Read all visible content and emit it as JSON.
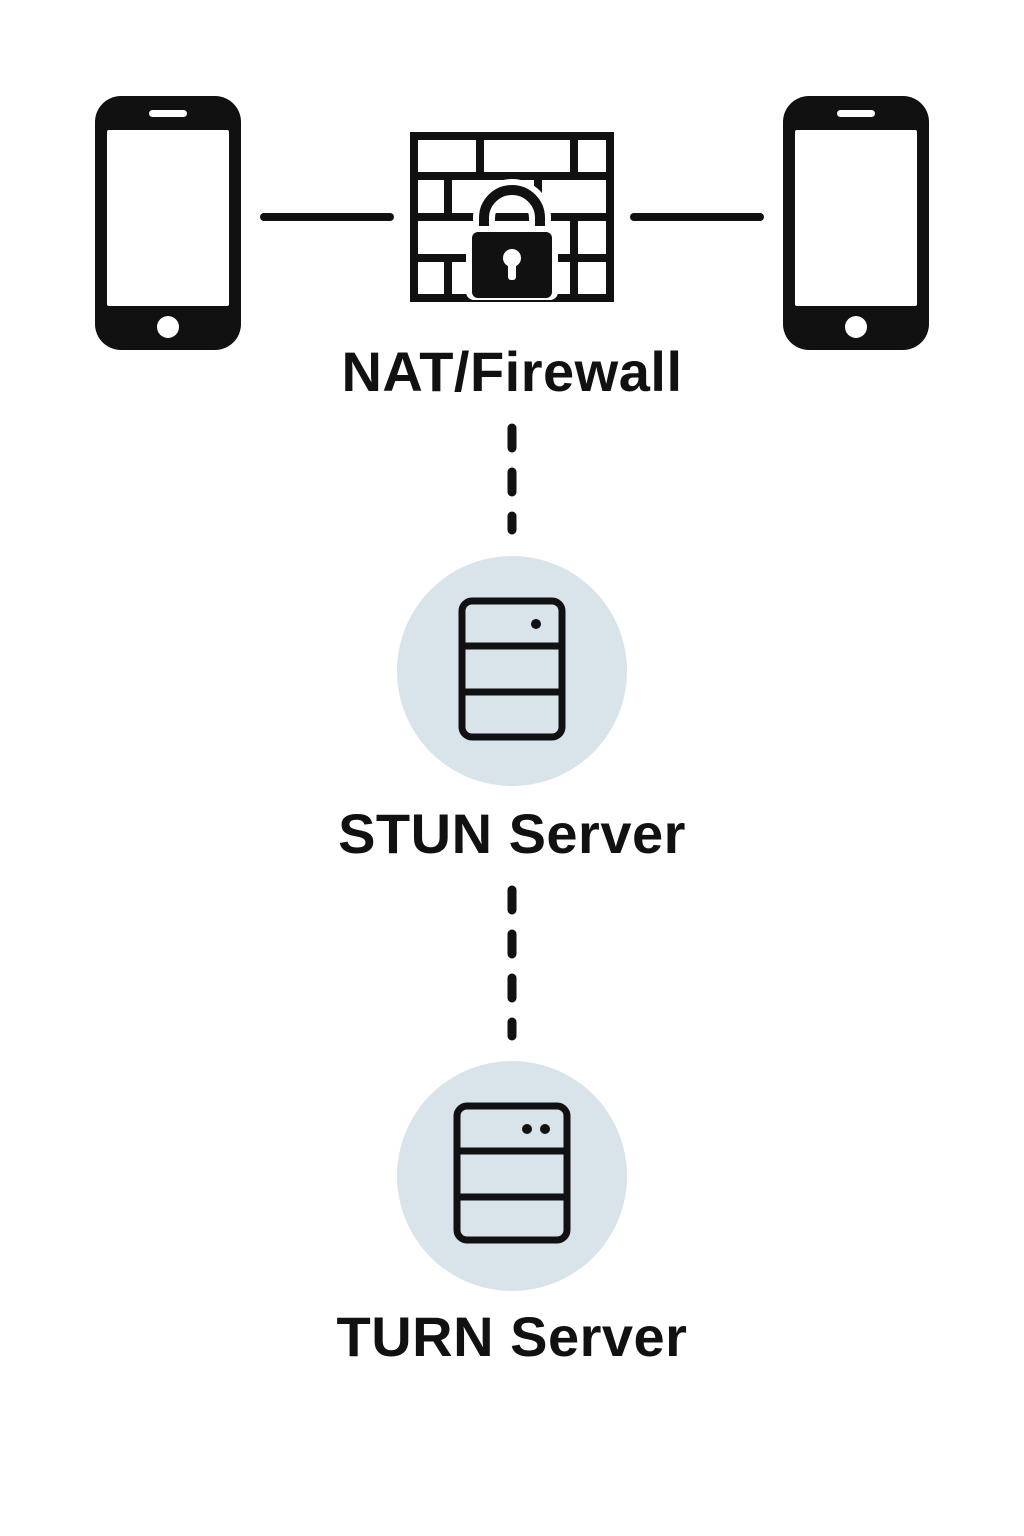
{
  "colors": {
    "ink": "#111111",
    "server_circle": "#d9e4ea",
    "background": "#ffffff"
  },
  "nodes": {
    "left_device": {
      "icon": "smartphone-icon"
    },
    "right_device": {
      "icon": "smartphone-icon"
    },
    "firewall": {
      "icon": "firewall-lock-icon",
      "label": "NAT/Firewall"
    },
    "stun": {
      "icon": "server-icon",
      "label": "STUN Server"
    },
    "turn": {
      "icon": "server-icon",
      "label": "TURN Server"
    }
  },
  "connections": [
    {
      "from": "left_device",
      "to": "firewall",
      "style": "solid"
    },
    {
      "from": "firewall",
      "to": "right_device",
      "style": "solid"
    },
    {
      "from": "firewall",
      "to": "stun",
      "style": "dashed"
    },
    {
      "from": "stun",
      "to": "turn",
      "style": "dashed"
    }
  ]
}
